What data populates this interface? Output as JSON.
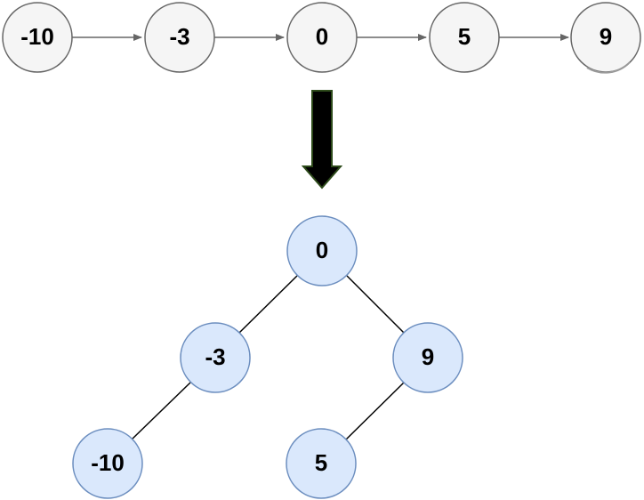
{
  "list": {
    "nodes": [
      "-10",
      "-3",
      "0",
      "5",
      "9"
    ]
  },
  "tree": {
    "root": "0",
    "left": "-3",
    "right": "9",
    "left_left": "-10",
    "right_left": "5"
  },
  "colors": {
    "list_fill": "#f5f5f5",
    "list_stroke": "#666666",
    "list_arrow": "#666666",
    "tree_fill": "#dae8fc",
    "tree_stroke": "#6c8ebf",
    "edge": "#000000",
    "transform_arrow_fill": "#000000",
    "transform_arrow_stroke": "#2d4a1a"
  }
}
